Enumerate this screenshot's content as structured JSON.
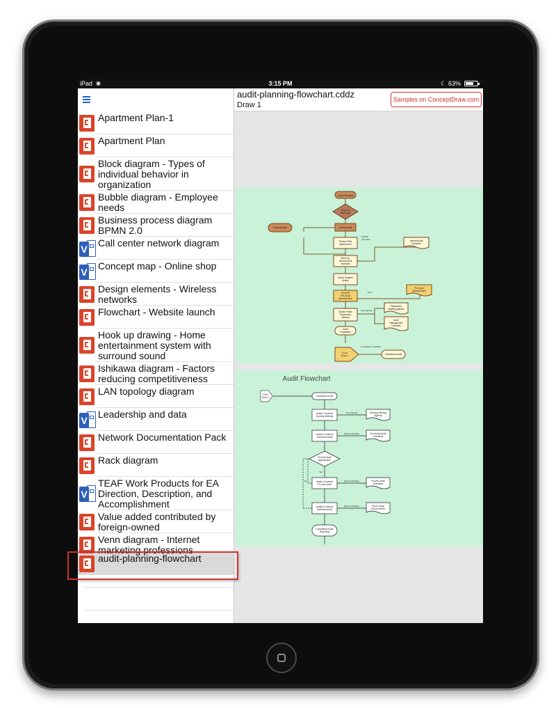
{
  "statusbar": {
    "device": "iPad",
    "time": "3:15 PM",
    "battery": "63%"
  },
  "header": {
    "doc_title": "audit-planning-flowchart.cddz",
    "doc_subtitle": "Draw 1",
    "samples_button": "Samples on ConceptDraw.com"
  },
  "files": [
    {
      "label": "Apartment Plan-1",
      "icon": "presentation-icon"
    },
    {
      "label": "Apartment Plan",
      "icon": "presentation-icon"
    },
    {
      "label": "Block diagram - Types of individual behavior in organization",
      "icon": "presentation-icon"
    },
    {
      "label": "Bubble diagram - Employee needs",
      "icon": "presentation-icon"
    },
    {
      "label": "Business process diagram BPMN 2.0",
      "icon": "presentation-icon"
    },
    {
      "label": "Call center network diagram",
      "icon": "visio-icon"
    },
    {
      "label": "Concept map - Online shop",
      "icon": "visio-icon"
    },
    {
      "label": "Design elements - Wireless networks",
      "icon": "presentation-icon"
    },
    {
      "label": "Flowchart - Website launch",
      "icon": "presentation-icon"
    },
    {
      "label": "Hook up drawing - Home entertainment system with surround sound",
      "icon": "presentation-icon"
    },
    {
      "label": "Ishikawa diagram - Factors reducing competitiveness",
      "icon": "presentation-icon"
    },
    {
      "label": "LAN topology diagram",
      "icon": "presentation-icon"
    },
    {
      "label": "Leadership and data",
      "icon": "visio-icon"
    },
    {
      "label": "Network Documentation Pack",
      "icon": "presentation-icon"
    },
    {
      "label": "Rack diagram",
      "icon": "presentation-icon"
    },
    {
      "label": "TEAF Work Products for EA Direction, Description, and Accomplishment",
      "icon": "visio-icon"
    },
    {
      "label": "Value added contributed by foreign-owned",
      "icon": "presentation-icon"
    },
    {
      "label": "Venn diagram - Internet marketing professions",
      "icon": "presentation-icon"
    },
    {
      "label": "audit-planning-flowchart",
      "icon": "presentation-icon",
      "selected": true
    }
  ],
  "preview1": {
    "nodes": {
      "n1": "Audit Planning",
      "n2a": "Choice of",
      "n2b": "Audit Type",
      "n3": "External Audit",
      "n4": "Internal Audit",
      "n5a": "Perform Risk",
      "n5b": "Assessment",
      "n6a": "Internal Audit",
      "n6b": "Schedule",
      "n7a": "Make-up",
      "n7b": "Internal Audit",
      "n7c": "Schedule",
      "n8a": "Select Suitable",
      "n8b": "Auditor",
      "n9a": "Send off",
      "n9b": "Pre-Audit",
      "n9c": "Questionnaire",
      "n10a": "Pre-Audit",
      "n10b": "Questionnaire",
      "n11a": "Auditor Holds",
      "n11b": "Preparatory",
      "n11c": "Meeting",
      "n12a": "Preparatory",
      "n12b": "Meeting Agenda",
      "n13a": "Audit",
      "n13b": "Management",
      "n13c": "Checklist",
      "n14a": "Audit",
      "n14b": "Preparation",
      "n15a": "Go to",
      "n15b": "Draw 2",
      "n16": "Compliance Audit"
    },
    "edges": {
      "e1a": "Publish",
      "e1b": "Schedule",
      "e2": "Fill in",
      "e3": "Use Agenda",
      "e4": "Compliance Checklist"
    }
  },
  "preview2": {
    "title": "Audit Flowchart",
    "nodes": {
      "m1a": "From",
      "m1b": "Draw 1",
      "m2": "Compliance Audit",
      "m3a": "Auditor Conducts",
      "m3b": "Opening Meeting",
      "m4a": "Opening Meeting",
      "m4b": "Agenda",
      "m5a": "Auditor Conducts",
      "m5b": "Functional Audit",
      "m6a": "Functional Audit",
      "m6b": "Checklists",
      "m7a": "Process Audit",
      "m7b": "Appropriate?",
      "m8a": "Auditor Conducts",
      "m8b": "Process Audit",
      "m9a": "Process Audit",
      "m9b": "Checklists",
      "m10a": "Auditor Conducts",
      "m10b": "Staff Interviews",
      "m11a": "Focus Group",
      "m11b": "Record Sheet",
      "m12a": "Compliance Audit",
      "m12b": "Reporting"
    },
    "edges": {
      "f1": "Use Agenda",
      "f2": "Record Findings",
      "f3": "Record Findings",
      "f4": "Record Findings",
      "yes": "Yes",
      "no": "No"
    }
  }
}
